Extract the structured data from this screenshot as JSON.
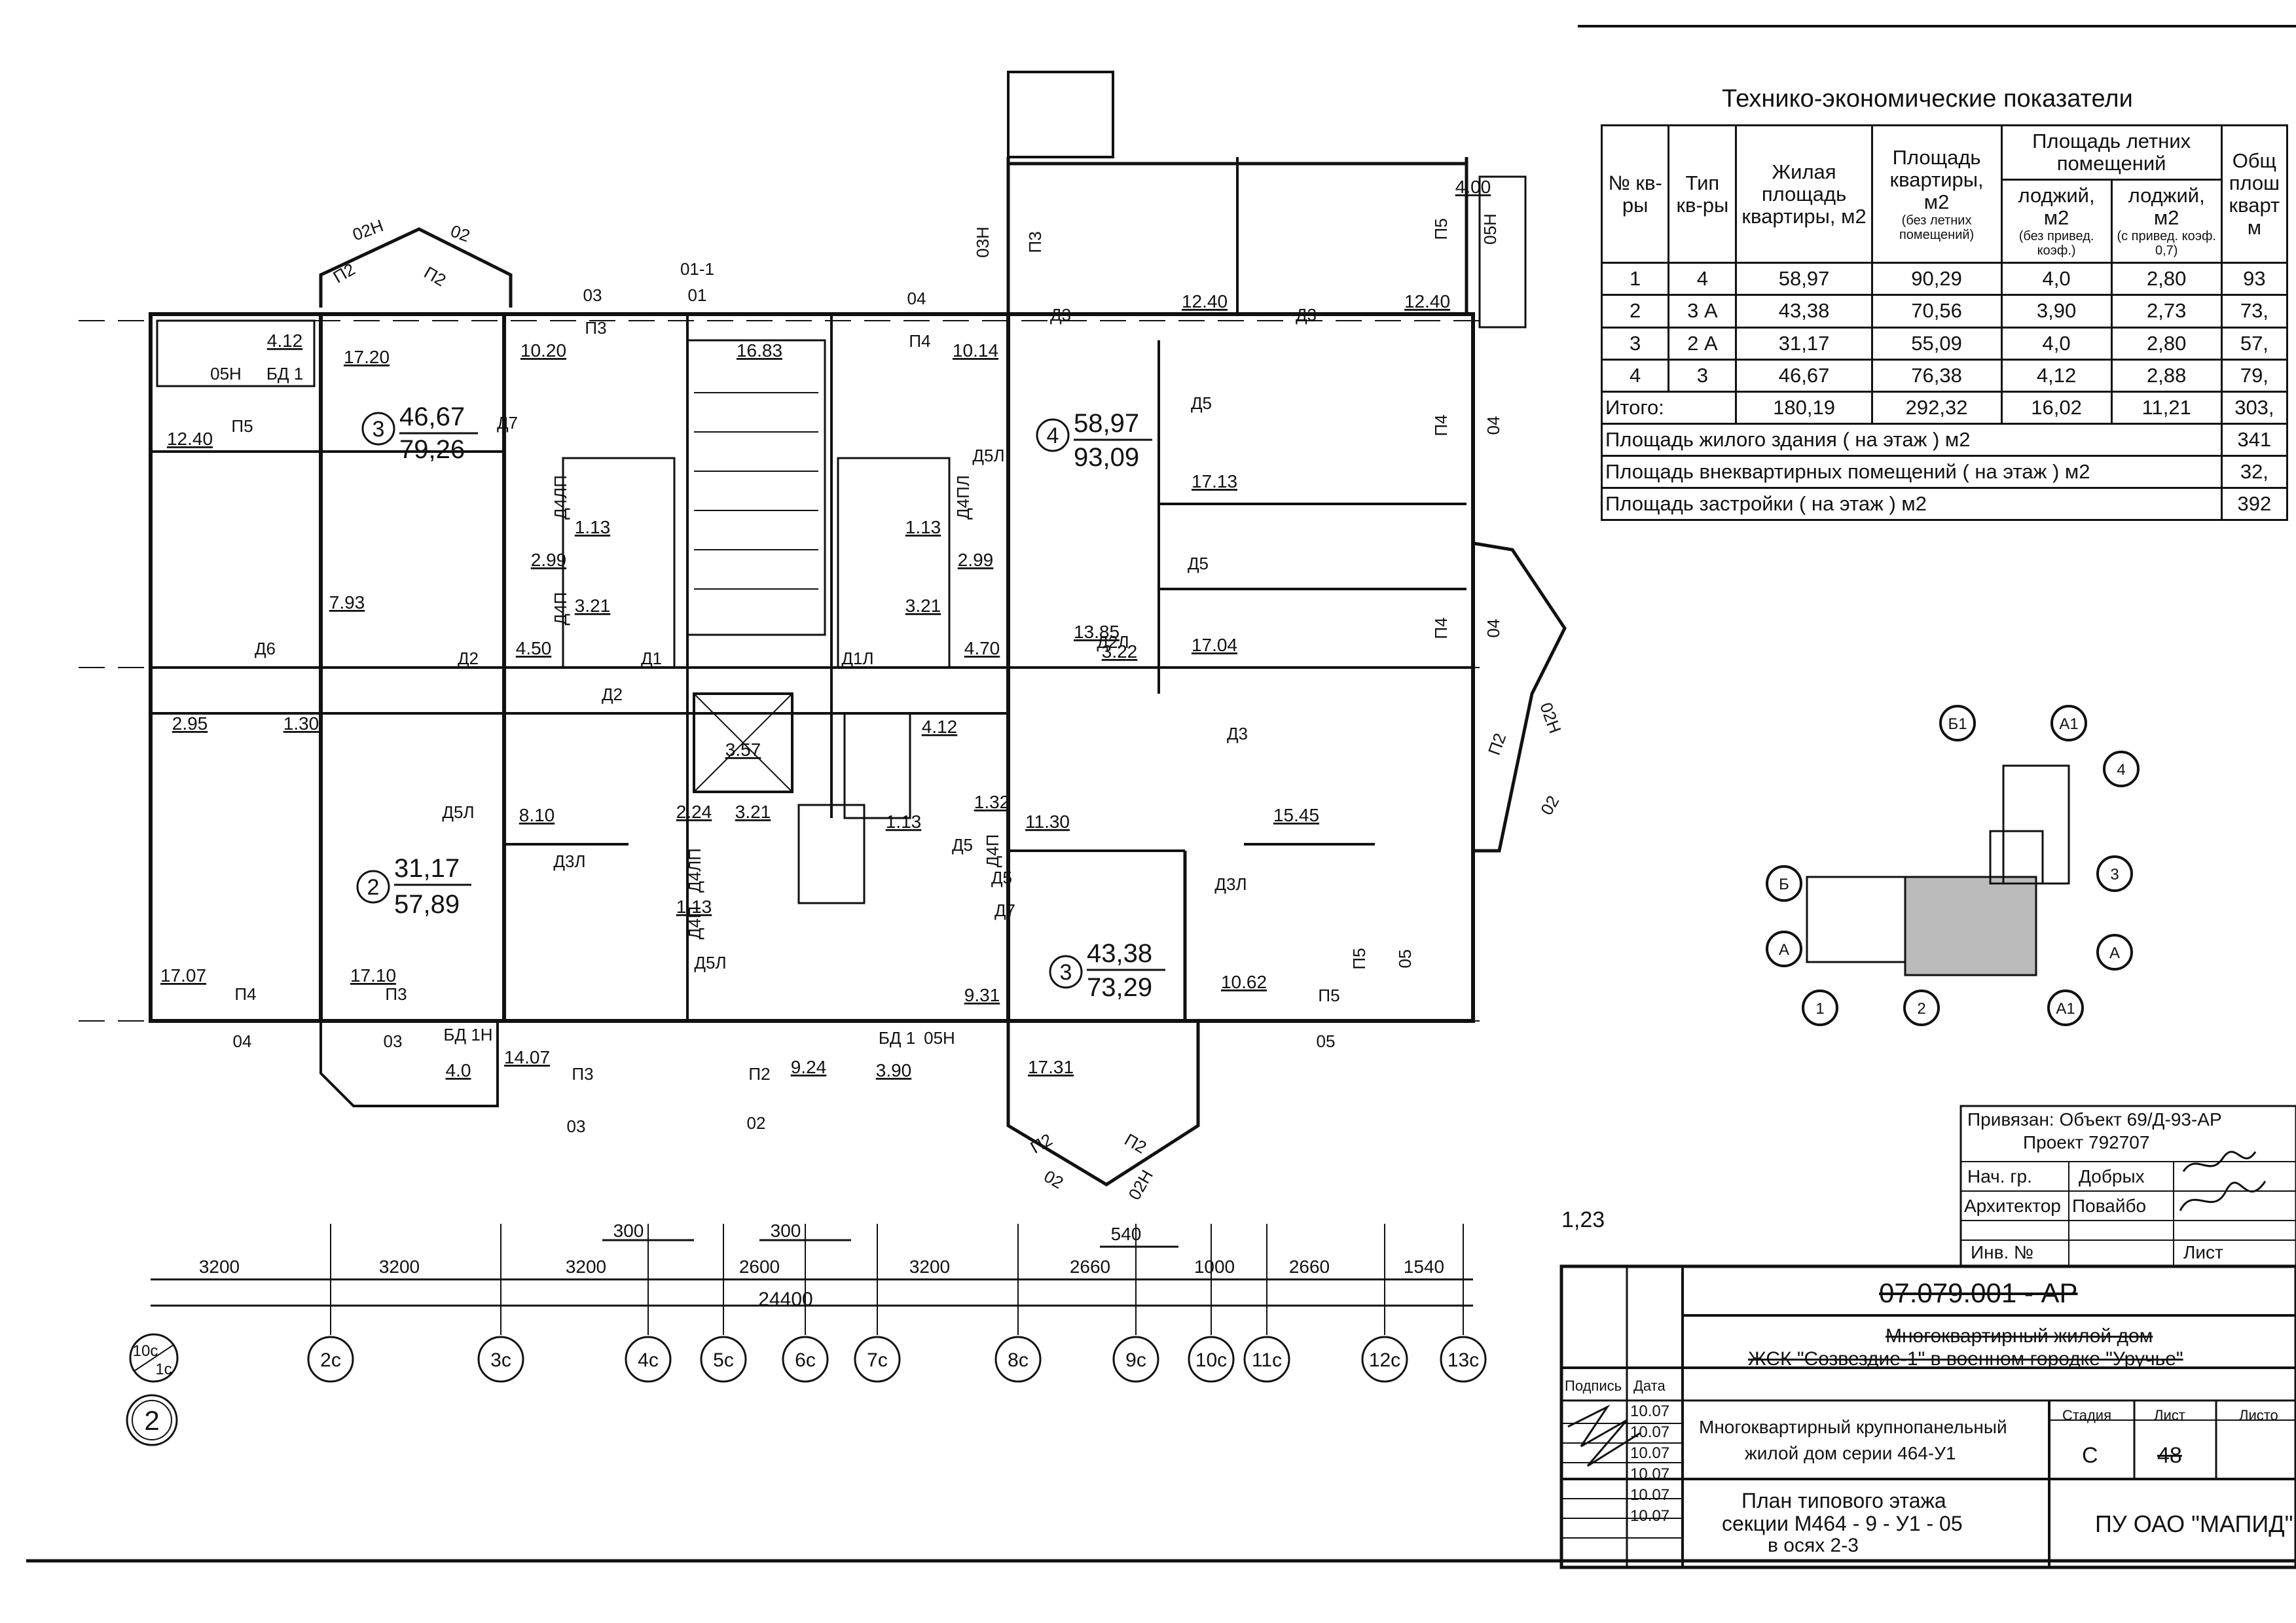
{
  "table": {
    "title": "Технико-экономические показатели",
    "headers": [
      "№ кв-ры",
      "Тип кв-ры",
      "Жилая площадь квартиры, м2",
      "Площадь квартиры, м2",
      "Площадь летних помещений",
      "Общ плош кварт м"
    ],
    "subheaders": [
      "(без летних помещений)",
      "лоджий, м2",
      "(без привед. коэф.)",
      "лоджий, м2",
      "(с привед. коэф. 0,7)"
    ],
    "rows": [
      [
        "1",
        "4",
        "58,97",
        "90,29",
        "4,0",
        "2,80",
        "93"
      ],
      [
        "2",
        "3 А",
        "43,38",
        "70,56",
        "3,90",
        "2,73",
        "73,"
      ],
      [
        "3",
        "2 А",
        "31,17",
        "55,09",
        "4,0",
        "2,80",
        "57,"
      ],
      [
        "4",
        "3",
        "46,67",
        "76,38",
        "4,12",
        "2,88",
        "79,"
      ],
      [
        "Итого:",
        "",
        "180,19",
        "292,32",
        "16,02",
        "11,21",
        "303,"
      ]
    ],
    "summary": [
      {
        "label": "Площадь жилого здания ( на этаж ) м2",
        "value": "341"
      },
      {
        "label": "Площадь внеквартирных помещений ( на этаж ) м2",
        "value": "32,"
      },
      {
        "label": "Площадь застройки ( на этаж ) м2",
        "value": "392"
      }
    ]
  },
  "apartments": [
    {
      "num": "3",
      "living": "46,67",
      "total": "79,26"
    },
    {
      "num": "4",
      "living": "58,97",
      "total": "93,09"
    },
    {
      "num": "2",
      "living": "31,17",
      "total": "57,89"
    },
    {
      "num": "3",
      "living": "43,38",
      "total": "73,29"
    }
  ],
  "room_areas": [
    "4.12",
    "17.20",
    "10.20",
    "16.83",
    "10.14",
    "12.40",
    "12.40",
    "4.00",
    "12.40",
    "1.13",
    "1.13",
    "2.99",
    "2.99",
    "7.93",
    "3.21",
    "3.21",
    "17.13",
    "2.95",
    "1.30",
    "4.50",
    "4.70",
    "13.85",
    "3.22",
    "17.04",
    "3.57",
    "4.12",
    "1.32",
    "2.24",
    "3.21",
    "1.13",
    "8.10",
    "11.30",
    "15.45",
    "1.13",
    "9.31",
    "10.62",
    "17.07",
    "17.10",
    "14.07",
    "4.0",
    "9.24",
    "3.90",
    "17.31"
  ],
  "door_labels": [
    "Д3",
    "Д5",
    "Д7",
    "Д4ЛП",
    "Д4ПЛ",
    "Д4П",
    "Д2",
    "Д1",
    "Д1Л",
    "Д2Л",
    "Д5Л",
    "Д6",
    "Д3Л",
    "Д4ЛП",
    "Д4П",
    "Д5Л",
    "Д3",
    "Д5",
    "Д5Л",
    "Д5",
    "Д7",
    "Д3Л",
    "Д5",
    "Д3",
    "Д4П",
    "Д2"
  ],
  "wall_labels": [
    "02Н",
    "02",
    "П2",
    "П2",
    "03",
    "П3",
    "01-1",
    "01",
    "04",
    "П4",
    "03Н",
    "П3",
    "05Н",
    "П5",
    "БД 1",
    "05Н",
    "П5",
    "П4",
    "04",
    "П4",
    "04",
    "П2",
    "02Н",
    "02",
    "П5",
    "05",
    "П5",
    "05",
    "04",
    "П4",
    "03",
    "П3",
    "БД 1Н",
    "03",
    "П3",
    "02",
    "П2",
    "БД 1",
    "05Н",
    "П2",
    "П2",
    "02",
    "02Н"
  ],
  "dimensions": {
    "top": [
      "300",
      "300",
      "540"
    ],
    "segments": [
      "3200",
      "3200",
      "3200",
      "2600",
      "3200",
      "2660",
      "1000",
      "2660",
      "1540"
    ],
    "total": "24400"
  },
  "axes": [
    "2с",
    "3с",
    "4с",
    "5с",
    "6с",
    "7с",
    "8с",
    "9с",
    "10с",
    "11с",
    "12с",
    "13с"
  ],
  "axis_first": {
    "top": "10с",
    "bottom": "1с"
  },
  "sheet_number": "2",
  "note_123": "1,23",
  "keyplan": {
    "markers": [
      "Б1",
      "А1",
      "4",
      "3",
      "Б",
      "А",
      "А",
      "1",
      "2",
      "А1"
    ]
  },
  "binding": {
    "line1": "Привязан: Объект 69/Д-93-АР",
    "line2": "Проект 792707",
    "rows": [
      {
        "role": "Нач. гр.",
        "name": "Добрых"
      },
      {
        "role": "Архитектор",
        "name": "Повайбо"
      }
    ],
    "inv": "Инв. №",
    "list": "Лист"
  },
  "stamp": {
    "doc_code": "07.079.001 - АР",
    "project_line1": "Многоквартирный жилой дом",
    "project_line2": "ЖСК \"Созвездие-1\" в военном городке \"Уручье\"",
    "building_line1": "Многоквартирный крупнопанельный",
    "building_line2": "жилой дом серии 464-У1",
    "sheet_title1": "План типового этажа",
    "sheet_title2": "секции М464 - 9 - У1 - 05",
    "sheet_title3": "в осях 2-3",
    "stage_label": "Стадия",
    "sheet_label": "Лист",
    "sheets_label": "Листо",
    "stage": "С",
    "sheet": "48",
    "org": "ПУ ОАО \"МАПИД\"",
    "sign_label": "Подпись",
    "date_label": "Дата",
    "dates": [
      "10.07",
      "10.07",
      "10.07",
      "10.07",
      "10.07",
      "10.07"
    ]
  }
}
